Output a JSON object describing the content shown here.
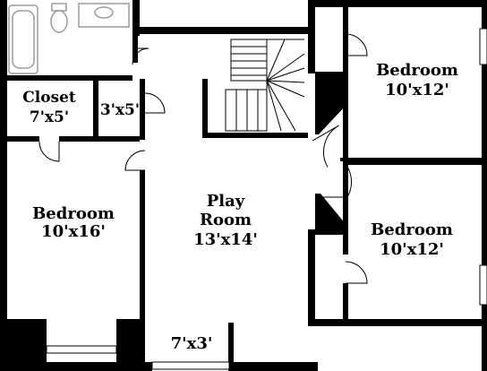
{
  "plan": {
    "rooms": {
      "closet": {
        "name": "Closet",
        "size": "7'x5'"
      },
      "small_closet": {
        "size": "3'x5'"
      },
      "bedroom_left": {
        "name": "Bedroom",
        "size": "10'x16'"
      },
      "play_room": {
        "name_line1": "Play",
        "name_line2": "Room",
        "size": "13'x14'"
      },
      "bedroom_top_right": {
        "name": "Bedroom",
        "size": "10'x12'"
      },
      "bedroom_bottom_right": {
        "name": "Bedroom",
        "size": "10'x12'"
      },
      "landing": {
        "size": "7'x3'"
      }
    },
    "colors": {
      "wall": "#000000",
      "floor": "#ffffff",
      "fixture": "#9a9a9a"
    }
  }
}
